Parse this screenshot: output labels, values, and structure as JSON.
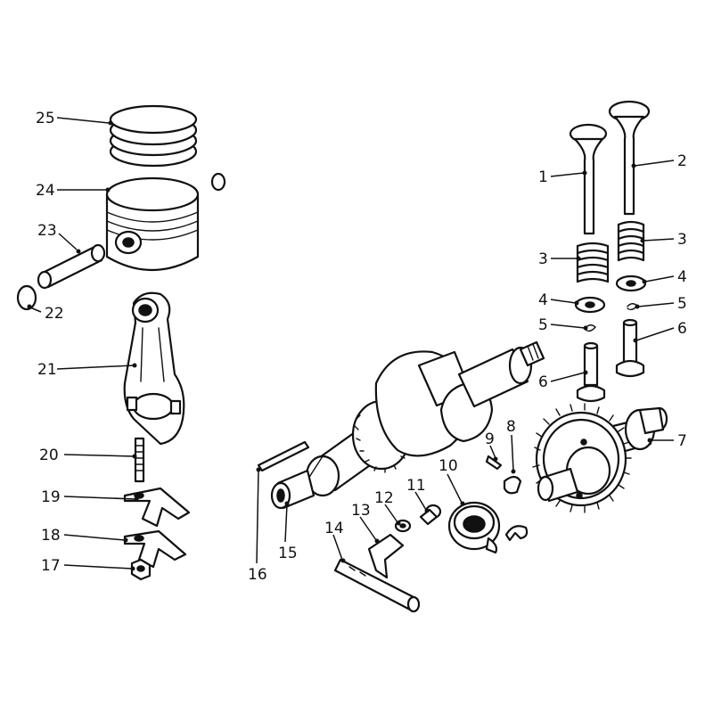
{
  "callouts": {
    "c1": "1",
    "c2": "2",
    "c3a": "3",
    "c3b": "3",
    "c4a": "4",
    "c4b": "4",
    "c5a": "5",
    "c5b": "5",
    "c6a": "6",
    "c6b": "6",
    "c7": "7",
    "c8": "8",
    "c9": "9",
    "c10": "10",
    "c11": "11",
    "c12": "12",
    "c13": "13",
    "c14": "14",
    "c15": "15",
    "c16": "16",
    "c17": "17",
    "c18": "18",
    "c19": "19",
    "c20": "20",
    "c21": "21",
    "c22": "22",
    "c23": "23",
    "c24": "24",
    "c25": "25"
  }
}
